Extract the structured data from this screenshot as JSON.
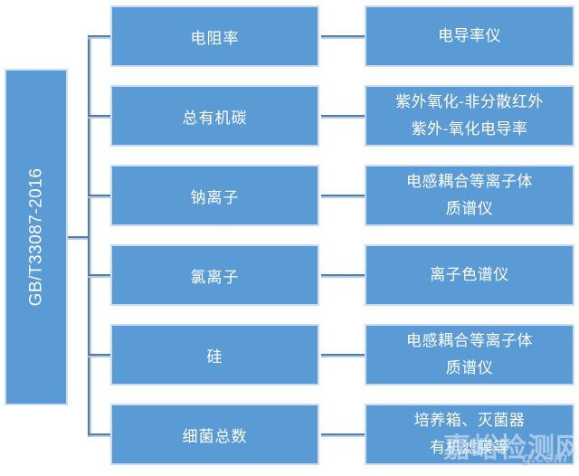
{
  "diagram": {
    "root_label": "GB/T33087-2016",
    "rows": [
      {
        "parameter": "电阻率",
        "instrument_lines": [
          "电导率仪"
        ]
      },
      {
        "parameter": "总有机碳",
        "instrument_lines": [
          "紫外氧化-非分散红外",
          "紫外-氧化电导率"
        ]
      },
      {
        "parameter": "钠离子",
        "instrument_lines": [
          "电感耦合等离子体",
          "质谱仪"
        ]
      },
      {
        "parameter": "氯离子",
        "instrument_lines": [
          "离子色谱仪"
        ]
      },
      {
        "parameter": "硅",
        "instrument_lines": [
          "电感耦合等离子体",
          "质谱仪"
        ]
      },
      {
        "parameter": "细菌总数",
        "instrument_lines": [
          "培养箱、灭菌器",
          "有机滤膜等"
        ]
      }
    ],
    "watermark": {
      "site_name": "嘉峪检测网",
      "domain_fragment": "g.com"
    },
    "colors": {
      "box_fill": "#5B9BD5",
      "box_border": "#C9DCF0",
      "connector_dark": "#4E7CB0",
      "connector_light": "#A8C8E8",
      "text": "#FFFFFF"
    }
  }
}
